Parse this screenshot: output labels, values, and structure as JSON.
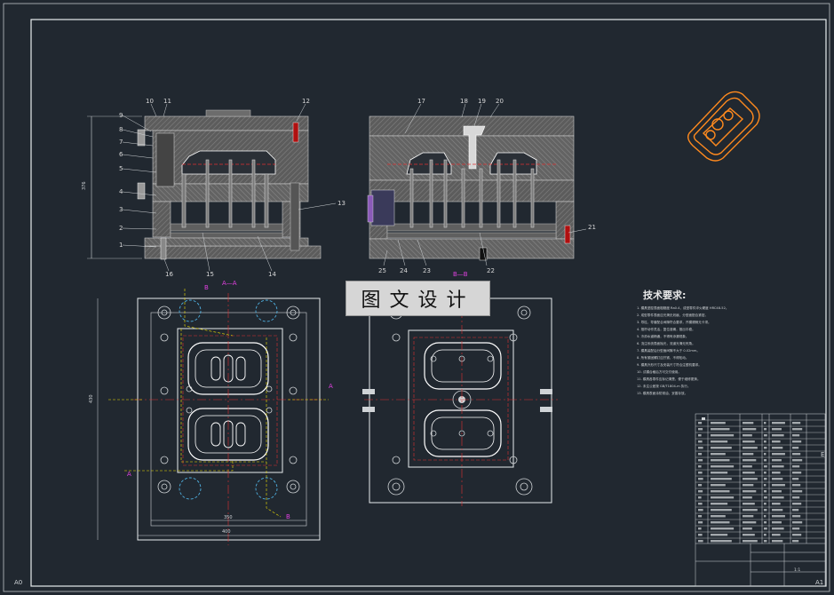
{
  "watermark": "图文设计",
  "tech_requirements": {
    "title": "技术要求:",
    "items": [
      "1. 模具型腔表面粗糙度 Ra0.4，成型零件淬火硬度 HRC48-52。",
      "2. 成型零件表面应光滑无划痕，分型面配合紧密。",
      "3. 导柱、导套配合间隙符合要求，开模顺畅无卡滞。",
      "4. 推杆动作灵活，复位准确，推出平稳。",
      "5. 冷却水道畅通，不得有渗漏现象。",
      "6. 浇注系统表面抛光，流道光滑无死角。",
      "7. 模具装配后分型面间隙不大于 0.02mm。",
      "8. 所有紧固螺钉应拧紧，不得松动。",
      "9. 模具外形尺寸及安装尺寸符合注塑机要求。",
      "10. 试模合格后方可交付使用。",
      "11. 模具各零件应标记清楚，便于维修更换。",
      "12. 未注公差按 GB/T1804-m 执行。",
      "13. 模具表面涂防锈油，妥善存放。"
    ]
  },
  "part_labels_left": [
    "10",
    "11",
    "9",
    "8",
    "7",
    "6",
    "5",
    "4",
    "3",
    "2",
    "1",
    "12",
    "13",
    "16",
    "15",
    "14"
  ],
  "part_labels_right": [
    "17",
    "18",
    "19",
    "20",
    "21",
    "25",
    "24",
    "23",
    "22"
  ],
  "section_labels": {
    "aa": "A—A",
    "bb": "B—B",
    "a": "A",
    "b": "B"
  },
  "edges": {
    "left_bottom": "A0",
    "right_bottom": "A1",
    "right_mid": "E"
  },
  "title_block": {
    "company": "",
    "drawing_name": "",
    "scale": "1:1"
  },
  "colors": {
    "background": "#212830",
    "frame": "#cfd3d6",
    "steel_hatch": "#6f6f6f",
    "centerline": "#e03030",
    "section_mark": "#e040e0",
    "dim_yellow": "#f2e200",
    "part_orange": "#ff8a1e",
    "cavity_white": "#ffffff"
  }
}
